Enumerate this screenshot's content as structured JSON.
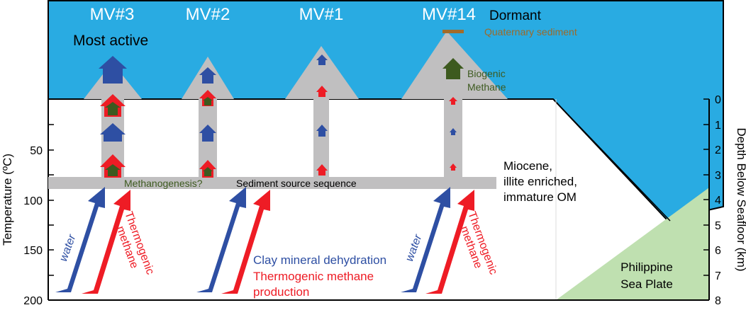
{
  "volcanoes": [
    {
      "label": "MV#3"
    },
    {
      "label": "MV#2"
    },
    {
      "label": "MV#1"
    },
    {
      "label": "MV#14"
    }
  ],
  "activity": {
    "dormant": "Dormant",
    "most_active": "Most active"
  },
  "labels": {
    "quaternary_sediment": "Quaternary sediment",
    "biogenic_line1": "Biogenic",
    "biogenic_line2": "Methane",
    "methanogenesis": "Methanogenesis?",
    "source_sequence": "Sediment source sequence",
    "miocene_line1": "Miocene,",
    "miocene_line2": "illite enriched,",
    "miocene_line3": "immature OM",
    "water": "water",
    "thermogenic_line1": "Thermogenic",
    "thermogenic_line2": "methane",
    "clay": "Clay mineral dehydration",
    "thermo_prod_line1": "Thermogenic methane",
    "thermo_prod_line2": "production",
    "plate_line1": "Philippine",
    "plate_line2": "Sea Plate"
  },
  "axes": {
    "left_title": "Temperature (ºC)",
    "left_ticks": [
      "50",
      "100",
      "150",
      "200"
    ],
    "right_title": "Depth Below Seafloor (km)",
    "right_ticks": [
      "0",
      "1",
      "2",
      "3",
      "4",
      "5",
      "6",
      "7",
      "8"
    ]
  },
  "colors": {
    "sea": "#29abe2",
    "mud": "#c0bfc0",
    "water_arrow": "#2e4fa3",
    "methane_arrow": "#ee1c25",
    "biogenic_arrow": "#3d5a1f",
    "plate": "#bfe0b0",
    "sediment_cap": "#a26c2a",
    "sediment_text": "#9b6a2a",
    "biogenic_text": "#3d5a1f",
    "clay_text": "#2e4fa3",
    "thermo_text": "#ee1c25"
  }
}
